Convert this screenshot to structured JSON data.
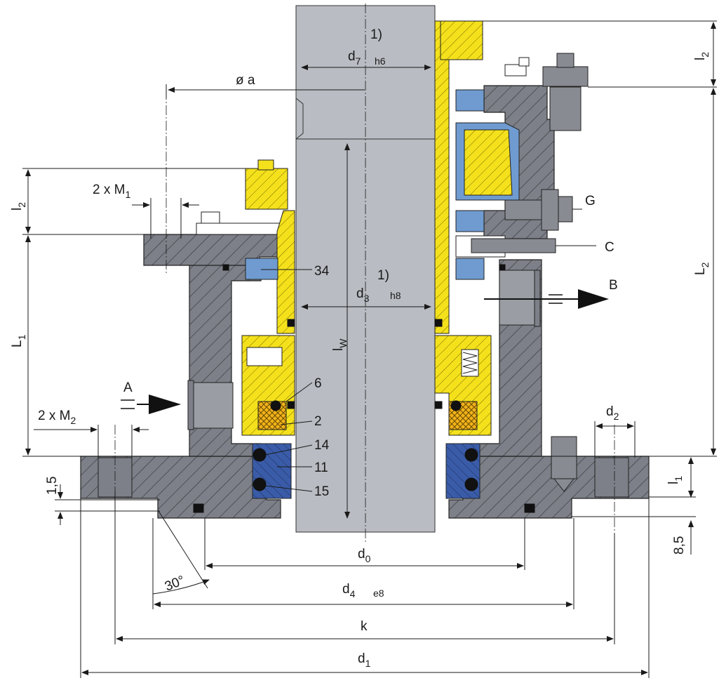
{
  "labels": {
    "d7": "d",
    "d7_sub": "7",
    "d7_tol": "h6",
    "d7_note": "1)",
    "phi_a": "ø a",
    "l2_left": "l",
    "l2_left_sub": "2",
    "l2_right": "l",
    "l2_right_sub": "2",
    "two_m1": "2 x M",
    "two_m1_sub": "1",
    "two_m2": "2 x M",
    "two_m2_sub": "2",
    "L1": "L",
    "L1_sub": "1",
    "L2": "L",
    "L2_sub": "2",
    "l1": "l",
    "l1_sub": "1",
    "lw": "l",
    "lw_sub": "W",
    "d3": "d",
    "d3_sub": "3",
    "d3_tol": "h8",
    "d3_note": "1)",
    "G": "G",
    "C": "C",
    "B": "B",
    "A": "A",
    "d2": "d",
    "d2_sub": "2",
    "n34": "34",
    "n6": "6",
    "n2": "2",
    "n14": "14",
    "n11": "11",
    "n15": "15",
    "v15": "1,5",
    "v85": "8,5",
    "angle30": "30°",
    "d0": "d",
    "d0_sub": "0",
    "d4": "d",
    "d4_sub": "4",
    "d4_tol": "e8",
    "k": "k",
    "d1": "d",
    "d1_sub": "1"
  }
}
